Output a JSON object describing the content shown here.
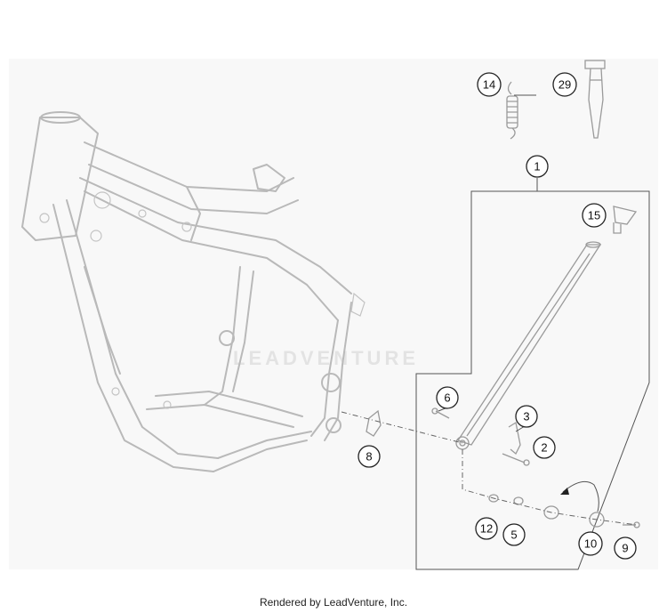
{
  "watermark": "LEADVENTURE",
  "footer": "Rendered by LeadVenture, Inc.",
  "callouts": {
    "c1": "1",
    "c2": "2",
    "c3": "3",
    "c5": "5",
    "c6": "6",
    "c8": "8",
    "c9": "9",
    "c10": "10",
    "c12": "12",
    "c14": "14",
    "c15": "15",
    "c29": "29"
  }
}
